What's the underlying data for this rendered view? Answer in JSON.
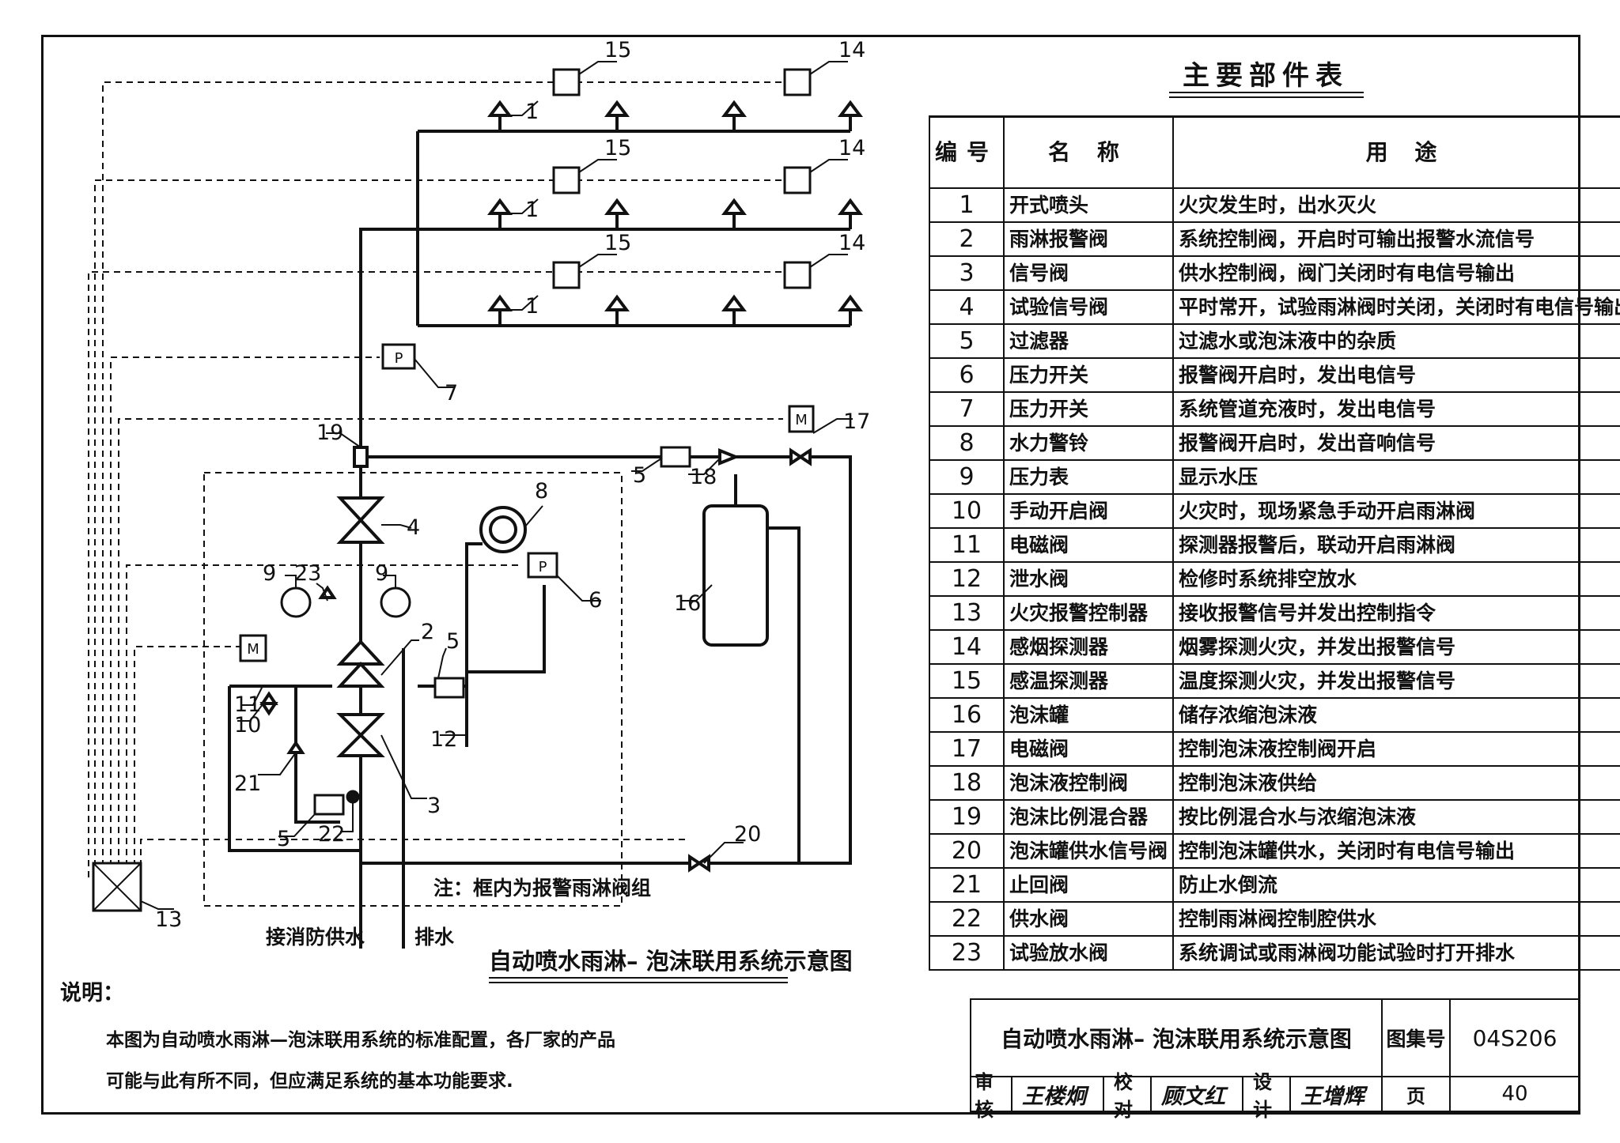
{
  "diagram": {
    "title": "自动喷水雨淋– 泡沫联用系统示意图",
    "box_note": "注：框内为报警雨淋阀组",
    "supply_label": "接消防供水",
    "drain_label": "排水",
    "callouts": [
      "1",
      "1",
      "1",
      "2",
      "3",
      "4",
      "5",
      "5",
      "5",
      "6",
      "7",
      "8",
      "9",
      "9",
      "10",
      "11",
      "12",
      "13",
      "14",
      "14",
      "14",
      "15",
      "15",
      "15",
      "16",
      "17",
      "18",
      "19",
      "20",
      "21",
      "22",
      "23"
    ],
    "symbol_letters": {
      "pressure": "P",
      "motor": "M"
    }
  },
  "parts_table": {
    "title": "主要部件表",
    "headers": [
      "编号",
      "名  称",
      "用    途"
    ],
    "rows": [
      {
        "no": "1",
        "name": "开式喷头",
        "use": "火灾发生时，出水灭火"
      },
      {
        "no": "2",
        "name": "雨淋报警阀",
        "use": "系统控制阀，开启时可输出报警水流信号"
      },
      {
        "no": "3",
        "name": "信号阀",
        "use": "供水控制阀，阀门关闭时有电信号输出"
      },
      {
        "no": "4",
        "name": "试验信号阀",
        "use": "平时常开，试验雨淋阀时关闭，关闭时有电信号输出"
      },
      {
        "no": "5",
        "name": "过滤器",
        "use": "过滤水或泡沫液中的杂质"
      },
      {
        "no": "6",
        "name": "压力开关",
        "use": "报警阀开启时，发出电信号"
      },
      {
        "no": "7",
        "name": "压力开关",
        "use": "系统管道充液时，发出电信号"
      },
      {
        "no": "8",
        "name": "水力警铃",
        "use": "报警阀开启时，发出音响信号"
      },
      {
        "no": "9",
        "name": "压力表",
        "use": "显示水压"
      },
      {
        "no": "10",
        "name": "手动开启阀",
        "use": "火灾时，现场紧急手动开启雨淋阀"
      },
      {
        "no": "11",
        "name": "电磁阀",
        "use": "探测器报警后，联动开启雨淋阀"
      },
      {
        "no": "12",
        "name": "泄水阀",
        "use": "检修时系统排空放水"
      },
      {
        "no": "13",
        "name": "火灾报警控制器",
        "use": "接收报警信号并发出控制指令"
      },
      {
        "no": "14",
        "name": "感烟探测器",
        "use": "烟雾探测火灾，并发出报警信号"
      },
      {
        "no": "15",
        "name": "感温探测器",
        "use": "温度探测火灾，并发出报警信号"
      },
      {
        "no": "16",
        "name": "泡沫罐",
        "use": "储存浓缩泡沫液"
      },
      {
        "no": "17",
        "name": "电磁阀",
        "use": "控制泡沫液控制阀开启"
      },
      {
        "no": "18",
        "name": "泡沫液控制阀",
        "use": "控制泡沫液供给"
      },
      {
        "no": "19",
        "name": "泡沫比例混合器",
        "use": "按比例混合水与浓缩泡沫液"
      },
      {
        "no": "20",
        "name": "泡沫罐供水信号阀",
        "use": "控制泡沫罐供水，关闭时有电信号输出"
      },
      {
        "no": "21",
        "name": "止回阀",
        "use": "防止水倒流"
      },
      {
        "no": "22",
        "name": "供水阀",
        "use": "控制雨淋阀控制腔供水"
      },
      {
        "no": "23",
        "name": "试验放水阀",
        "use": "系统调试或雨淋阀功能试验时打开排水"
      }
    ]
  },
  "notes": {
    "heading": "说明：",
    "lines": [
      "本图为自动喷水雨淋—泡沫联用系统的标准配置，各厂家的产品",
      "可能与此有所不同，但应满足系统的基本功能要求."
    ]
  },
  "title_block": {
    "drawing_title": "自动喷水雨淋– 泡沫联用系统示意图",
    "atlas_label": "图集号",
    "atlas_value": "04S206",
    "review_label": "审核",
    "review_sig": "王楼炯",
    "check_label": "校对",
    "check_sig": "顾文红",
    "design_label": "设计",
    "design_sig": "王增辉",
    "page_label": "页",
    "page_value": "40"
  }
}
